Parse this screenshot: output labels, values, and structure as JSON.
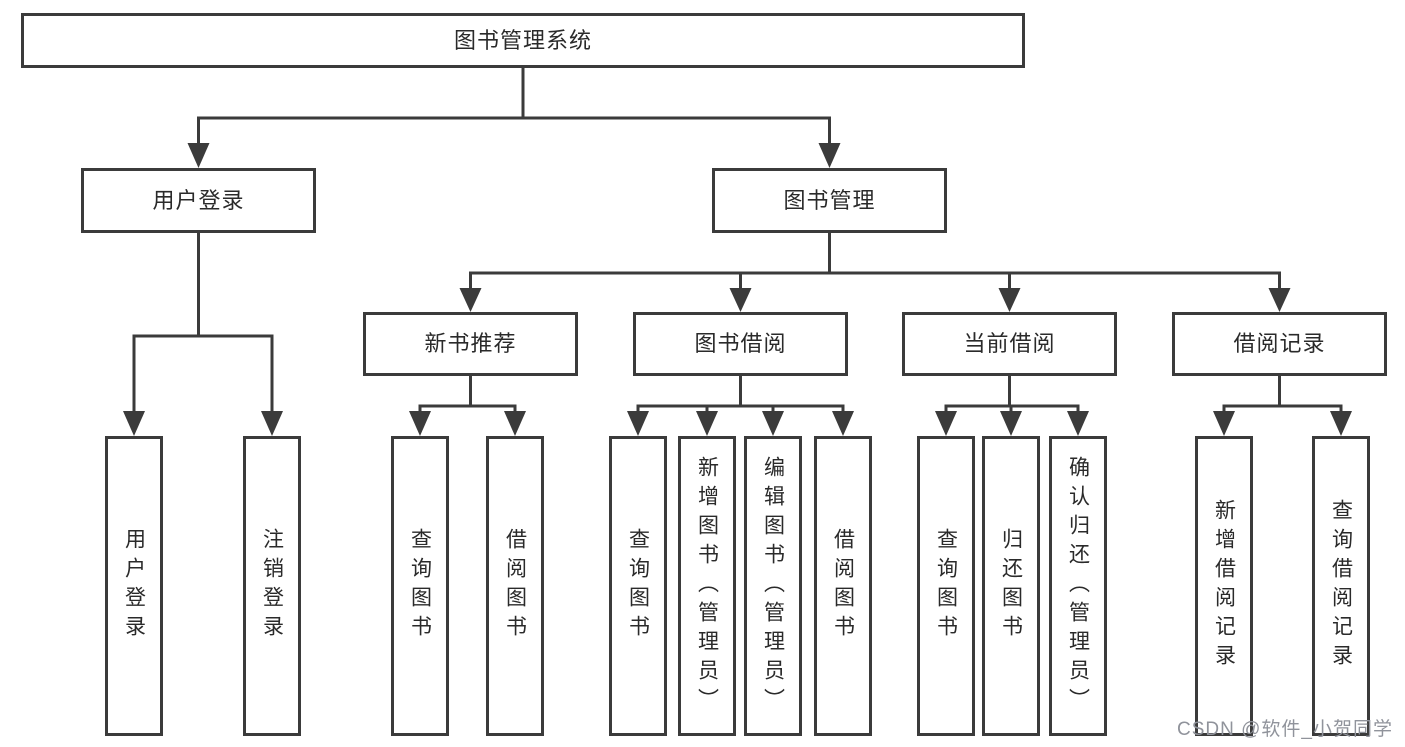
{
  "tree": {
    "root": {
      "label": "图书管理系统"
    },
    "branches": [
      {
        "label": "用户登录",
        "children": [
          {
            "label": "用户登录"
          },
          {
            "label": "注销登录"
          }
        ]
      },
      {
        "label": "图书管理",
        "children": [
          {
            "label": "新书推荐",
            "children": [
              {
                "label": "查询图书"
              },
              {
                "label": "借阅图书"
              }
            ]
          },
          {
            "label": "图书借阅",
            "children": [
              {
                "label": "查询图书"
              },
              {
                "label": "新增图书（管理员）"
              },
              {
                "label": "编辑图书（管理员）"
              },
              {
                "label": "借阅图书"
              }
            ]
          },
          {
            "label": "当前借阅",
            "children": [
              {
                "label": "查询图书"
              },
              {
                "label": "归还图书"
              },
              {
                "label": "确认归还（管理员）"
              }
            ]
          },
          {
            "label": "借阅记录",
            "children": [
              {
                "label": "新增借阅记录"
              },
              {
                "label": "查询借阅记录"
              }
            ]
          }
        ]
      }
    ]
  },
  "watermark": {
    "text": "CSDN @软件_小贺同学"
  },
  "colors": {
    "line": "#3b3b3b",
    "box_border": "#3b3b3b",
    "text": "#2a2a2a",
    "watermark": "#90939b",
    "background": "#ffffff"
  }
}
